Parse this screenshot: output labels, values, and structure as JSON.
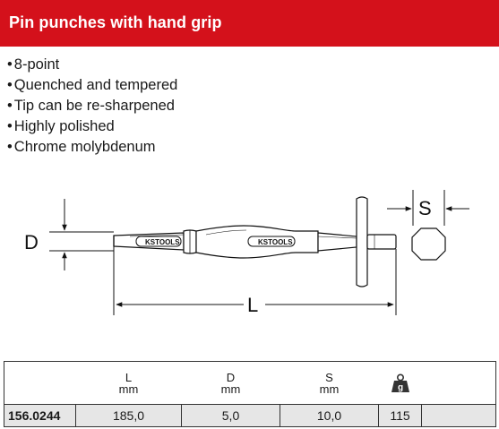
{
  "header": {
    "title": "Pin punches with hand grip"
  },
  "features": [
    "8-point",
    "Quenched and tempered",
    "Tip can be re-sharpened",
    "Highly polished",
    "Chrome molybdenum"
  ],
  "diagram": {
    "label_d": "D",
    "label_l": "L",
    "label_s": "S",
    "brand_text": "KSTOOLS"
  },
  "table": {
    "columns": [
      {
        "symbol": "",
        "unit": ""
      },
      {
        "symbol": "L",
        "unit": "mm"
      },
      {
        "symbol": "D",
        "unit": "mm"
      },
      {
        "symbol": "S",
        "unit": "mm"
      },
      {
        "symbol": "",
        "unit": "",
        "icon": "weight-g-icon",
        "icon_text": "g"
      },
      {
        "symbol": "",
        "unit": ""
      }
    ],
    "rows": [
      {
        "sku": "156.0244",
        "l": "185,0",
        "d": "5,0",
        "s": "10,0",
        "weight": "115",
        "extra": ""
      }
    ]
  },
  "colors": {
    "header_bg": "#d4111b",
    "row_bg": "#e6e6e6"
  }
}
